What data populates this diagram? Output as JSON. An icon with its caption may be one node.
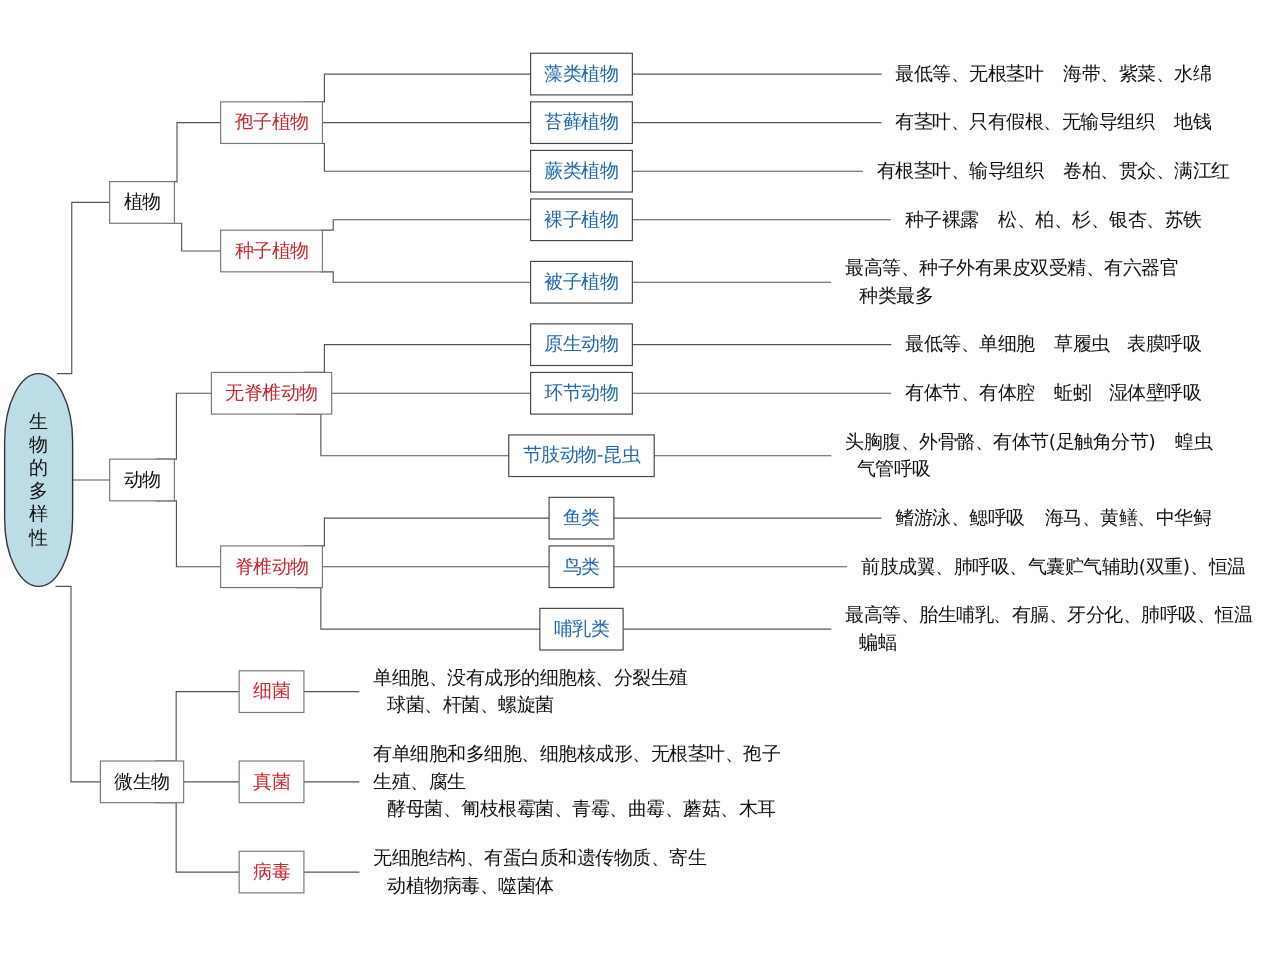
{
  "diagram": {
    "nodes": [
      {
        "text": [
          "生物的多样性"
        ]
      },
      {
        "text": [
          "植物"
        ]
      },
      {
        "text": [
          "孢子植物"
        ]
      },
      {
        "text": [
          "藻类植物"
        ]
      },
      {
        "text": [
          "最低等、无根茎叶"
        ],
        "beside": [
          "海带、紫菜、水绵"
        ]
      },
      {
        "text": [
          "苔藓植物"
        ]
      },
      {
        "text": [
          "有茎叶、只有假根、无输导组织"
        ],
        "beside": [
          "地钱"
        ]
      },
      {
        "text": [
          "蕨类植物"
        ]
      },
      {
        "text": [
          "有根茎叶、输导组织"
        ],
        "beside": [
          "卷柏、贯众、满江红"
        ]
      },
      {
        "text": [
          "种子植物"
        ]
      },
      {
        "text": [
          "裸子植物"
        ]
      },
      {
        "text": [
          "种子裸露"
        ],
        "beside": [
          "松、柏、杉、银杏、苏铁"
        ]
      },
      {
        "text": [
          "被子植物"
        ]
      },
      {
        "text": [
          "最高等、种子外有果皮双受精、有六器官"
        ],
        "beside": [
          "种类最多"
        ]
      },
      {
        "text": [
          "动物"
        ]
      },
      {
        "text": [
          "无脊椎动物"
        ]
      },
      {
        "text": [
          "原生动物"
        ]
      },
      {
        "text": [
          "最低等、单细胞"
        ],
        "beside": [
          "草履虫",
          "表膜呼吸"
        ]
      },
      {
        "text": [
          "环节动物"
        ]
      },
      {
        "text": [
          "有体节、有体腔"
        ],
        "beside": [
          "蚯蚓",
          "湿体壁呼吸"
        ]
      },
      {
        "text": [
          "节肢动物-昆虫"
        ]
      },
      {
        "text": [
          "头胸腹、外骨骼、有体节(足触角分节)"
        ],
        "beside": [
          "蝗虫",
          "气管呼吸"
        ]
      },
      {
        "text": [
          "脊椎动物"
        ]
      },
      {
        "text": [
          "鱼类"
        ]
      },
      {
        "text": [
          "鳍游泳、鳃呼吸"
        ],
        "beside": [
          "海马、黄鳝、中华鲟"
        ]
      },
      {
        "text": [
          "鸟类"
        ]
      },
      {
        "text": [
          "前肢成翼、肺呼吸、气囊贮气辅助(双重)、恒温"
        ]
      },
      {
        "text": [
          "哺乳类"
        ]
      },
      {
        "text": [
          "最高等、胎生哺乳、有膈、牙分化、肺呼吸、恒温"
        ],
        "beside": [
          "蝙蝠"
        ]
      },
      {
        "text": [
          "微生物"
        ]
      },
      {
        "text": [
          "细菌"
        ]
      },
      {
        "text": [
          "单细胞、没有成形的细胞核、分裂生殖"
        ],
        "beside": [
          "球菌、杆菌、螺旋菌"
        ]
      },
      {
        "text": [
          "真菌"
        ]
      },
      {
        "text": [
          "有单细胞和多细胞、细胞核成形、无根茎叶、孢子生殖、腐生"
        ],
        "beside": [
          "酵母菌、匍枝根霉菌、青霉、曲霉、蘑菇、木耳"
        ]
      },
      {
        "text": [
          "病毒"
        ]
      },
      {
        "text": [
          "无细胞结构、有蛋白质和遗传物质、寄生"
        ],
        "beside": [
          "动植物病毒、噬菌体"
        ]
      }
    ],
    "edges": [
      {
        "from": 0,
        "to": 1,
        "arrow": "none"
      },
      {
        "from": 1,
        "to": 2,
        "arrow": "none"
      },
      {
        "from": 2,
        "to": 3,
        "arrow": "none"
      },
      {
        "from": 3,
        "to": 4,
        "arrow": "none"
      },
      {
        "from": 2,
        "to": 5,
        "arrow": "none"
      },
      {
        "from": 5,
        "to": 6,
        "arrow": "none"
      },
      {
        "from": 2,
        "to": 7,
        "arrow": "none"
      },
      {
        "from": 7,
        "to": 8,
        "arrow": "none"
      },
      {
        "from": 1,
        "to": 9,
        "arrow": "none"
      },
      {
        "from": 9,
        "to": 10,
        "arrow": "none"
      },
      {
        "from": 10,
        "to": 11,
        "arrow": "none"
      },
      {
        "from": 9,
        "to": 12,
        "arrow": "none"
      },
      {
        "from": 12,
        "to": 13,
        "arrow": "none"
      },
      {
        "from": 0,
        "to": 14,
        "arrow": "none"
      },
      {
        "from": 14,
        "to": 15,
        "arrow": "none"
      },
      {
        "from": 15,
        "to": 16,
        "arrow": "none"
      },
      {
        "from": 16,
        "to": 17,
        "arrow": "none"
      },
      {
        "from": 15,
        "to": 18,
        "arrow": "none"
      },
      {
        "from": 18,
        "to": 19,
        "arrow": "none"
      },
      {
        "from": 15,
        "to": 20,
        "arrow": "none"
      },
      {
        "from": 20,
        "to": 21,
        "arrow": "none"
      },
      {
        "from": 14,
        "to": 22,
        "arrow": "none"
      },
      {
        "from": 22,
        "to": 23,
        "arrow": "none"
      },
      {
        "from": 23,
        "to": 24,
        "arrow": "none"
      },
      {
        "from": 22,
        "to": 25,
        "arrow": "none"
      },
      {
        "from": 25,
        "to": 26,
        "arrow": "none"
      },
      {
        "from": 22,
        "to": 27,
        "arrow": "none"
      },
      {
        "from": 27,
        "to": 28,
        "arrow": "none"
      },
      {
        "from": 0,
        "to": 29,
        "arrow": "none"
      },
      {
        "from": 29,
        "to": 30,
        "arrow": "none"
      },
      {
        "from": 30,
        "to": 31,
        "arrow": "none"
      },
      {
        "from": 29,
        "to": 32,
        "arrow": "none"
      },
      {
        "from": 32,
        "to": 33,
        "arrow": "none"
      },
      {
        "from": 29,
        "to": 34,
        "arrow": "none"
      },
      {
        "from": 34,
        "to": 35,
        "arrow": "none"
      }
    ]
  }
}
